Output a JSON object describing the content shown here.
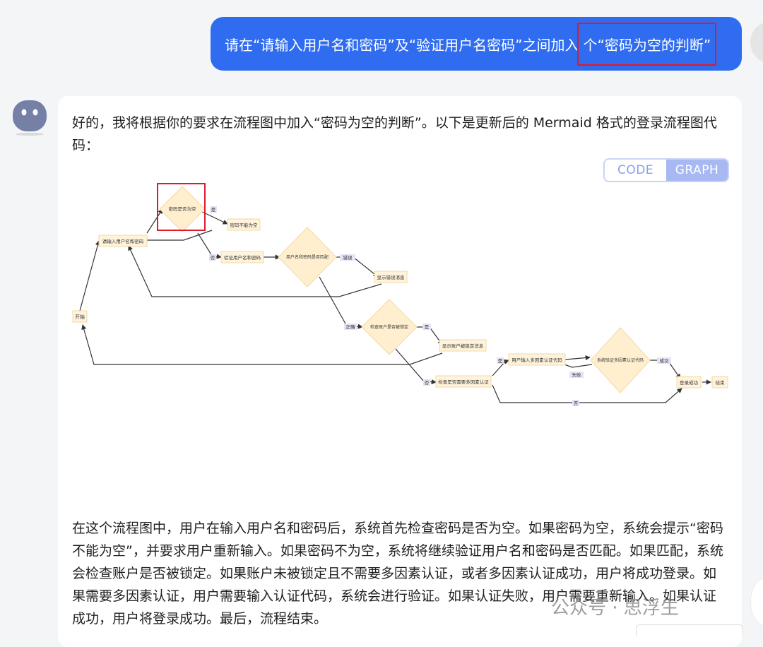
{
  "user_message": {
    "part1": "请在“请输入用户名和密码”及“验证用户名密码”之间加入",
    "part2": "个“密码为空的判断”"
  },
  "assistant": {
    "intro": "好的，我将根据你的要求在流程图中加入“密码为空的判断”。以下是更新后的 Mermaid 格式的登录流程图代码：",
    "toggle": {
      "code": "CODE",
      "graph": "GRAPH"
    },
    "explanation": "在这个流程图中，用户在输入用户名和密码后，系统首先检查密码是否为空。如果密码为空，系统会提示“密码不能为空”，并要求用户重新输入。如果密码不为空，系统将继续验证用户名和密码是否匹配。如果匹配，系统会检查账户是否被锁定。如果账户未被锁定且不需要多因素认证，或者多因素认证成功，用户将成功登录。如果需要多因素认证，用户需要输入认证代码，系统会进行验证。如果认证失败，用户需要重新输入。如果认证成功，用户将登录成功。最后，流程结束。"
  },
  "flowchart": {
    "start": "开始",
    "input": "请输入用户名和密码",
    "pwd_empty": "密码是否为空",
    "pwd_empty_msg": "密码不能为空",
    "verify": "验证用户名和密码",
    "match": "用户名和密码是否匹配",
    "error_msg": "显示错误消息",
    "locked_check": "检查账户是否被锁定",
    "locked_msg": "显示账户被锁定消息",
    "mfa_check": "检查是否需要多因素认证",
    "mfa_input": "用户输入多因素认证代码",
    "mfa_verify": "系统验证多因素认证代码",
    "success": "登录成功",
    "end": "结束",
    "label_yes": "是",
    "label_no": "否",
    "label_error": "错误",
    "label_correct": "正确",
    "label_success": "成功",
    "label_fail": "失败"
  },
  "watermark": "公众号 · 思浮生",
  "colors": {
    "user_bubble": "#2f6cf0",
    "highlight": "#e01a2a",
    "node_fill": "#fff3dc",
    "diamond_fill": "#ffefcf"
  }
}
